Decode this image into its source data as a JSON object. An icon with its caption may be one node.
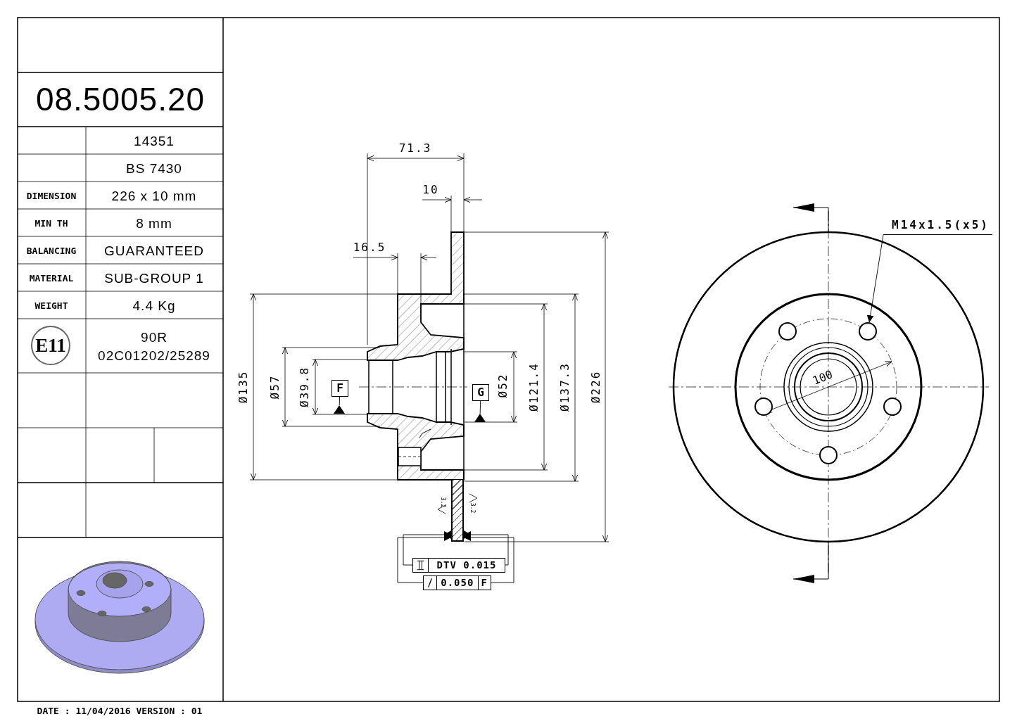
{
  "diagram": {
    "title": "08.5005.20",
    "nodes": [
      {
        "text": [
          "E11"
        ]
      },
      {
        "text": [
          "F"
        ]
      },
      {
        "text": [],
        "shape": "triangle"
      },
      {
        "text": [
          "G"
        ]
      },
      {
        "text": [],
        "shape": "triangle"
      },
      {
        "text": [
          "M14x1.5(x5)"
        ]
      },
      {
        "text": [],
        "shape": "circle"
      },
      {
        "text": [],
        "shape": "circle"
      },
      {
        "text": [],
        "shape": "circle"
      },
      {
        "text": [],
        "shape": "circle"
      },
      {
        "text": [],
        "shape": "circle"
      },
      {
        "text": [
          "DTV 0.015"
        ]
      },
      {
        "text": [
          "0.050",
          "F"
        ]
      },
      {
        "text": [],
        "shape": "bar"
      }
    ],
    "edges": [
      {
        "from": 1,
        "to": 2,
        "arrow": "none"
      },
      {
        "from": 3,
        "to": 4,
        "arrow": "none"
      },
      {
        "from": 5,
        "to": 7,
        "arrow": "to"
      },
      {
        "from": 11,
        "to": 13,
        "arrow": "to"
      },
      {
        "from": 11,
        "to": 13,
        "arrow": "to"
      },
      {
        "from": 12,
        "to": 13,
        "arrow": "to"
      },
      {
        "from": 12,
        "to": 13,
        "arrow": "to"
      }
    ],
    "labels": [
      "14351",
      "BS 7430",
      "DIMENSION",
      "226 x 10 mm",
      "MIN TH",
      "8 mm",
      "BALANCING",
      "GUARANTEED",
      "MATERIAL",
      "SUB-GROUP 1",
      "WEIGHT",
      "4.4 Kg",
      "90R",
      "02C01202/25289",
      "71.3",
      "10",
      "16.5",
      "Ø135",
      "Ø57",
      "Ø39.8",
      "Ø52",
      "Ø121.4",
      "Ø137.3",
      "Ø226",
      "3.2",
      "3.2",
      "100",
      "DATE : 11/04/2016 VERSION : 01"
    ]
  }
}
